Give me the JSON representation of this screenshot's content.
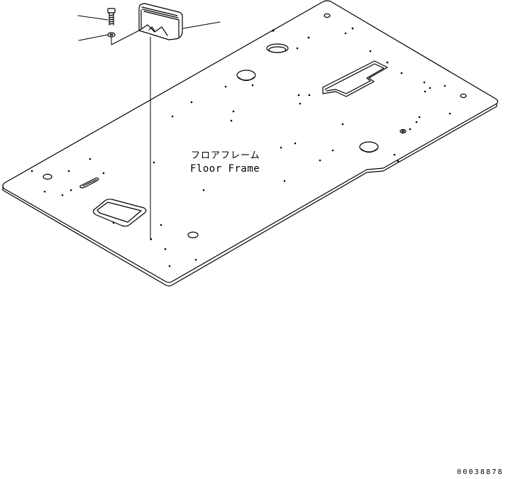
{
  "diagram": {
    "part_label_jp": "フロアフレーム",
    "part_label_en": "Floor Frame",
    "document_number": "00038878"
  },
  "style": {
    "line_color": "#000000",
    "background": "#ffffff"
  }
}
